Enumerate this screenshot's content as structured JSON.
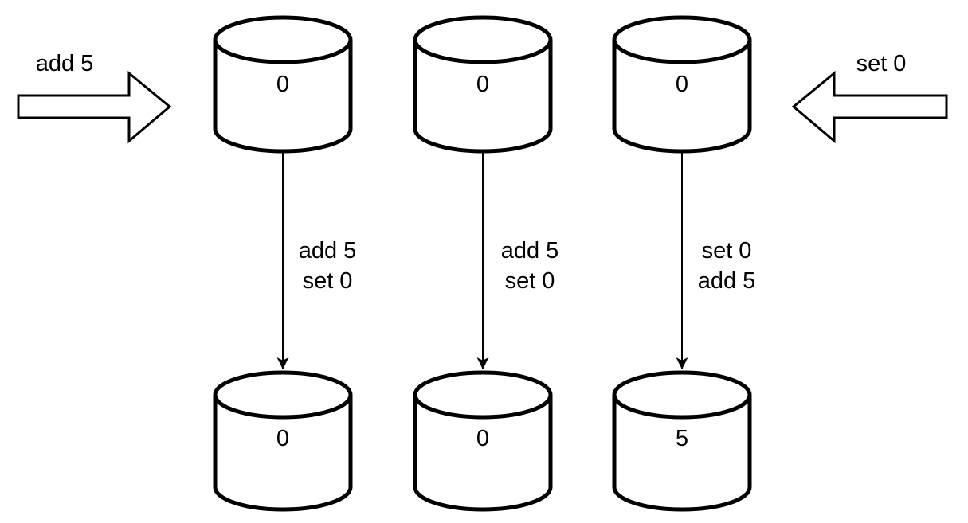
{
  "diagram": {
    "colors": {
      "stroke": "#000000",
      "shape_fill": "#ffffff",
      "background": "#ffffff"
    },
    "incoming": {
      "left": {
        "label": "add 5"
      },
      "right": {
        "label": "set 0"
      }
    },
    "replicas_before": {
      "values": [
        "0",
        "0",
        "0"
      ]
    },
    "transitions": [
      {
        "line1": "add 5",
        "line2": "set 0"
      },
      {
        "line1": "add 5",
        "line2": "set 0"
      },
      {
        "line1": "set 0",
        "line2": "add 5"
      }
    ],
    "replicas_after": {
      "values": [
        "0",
        "0",
        "5"
      ]
    }
  }
}
